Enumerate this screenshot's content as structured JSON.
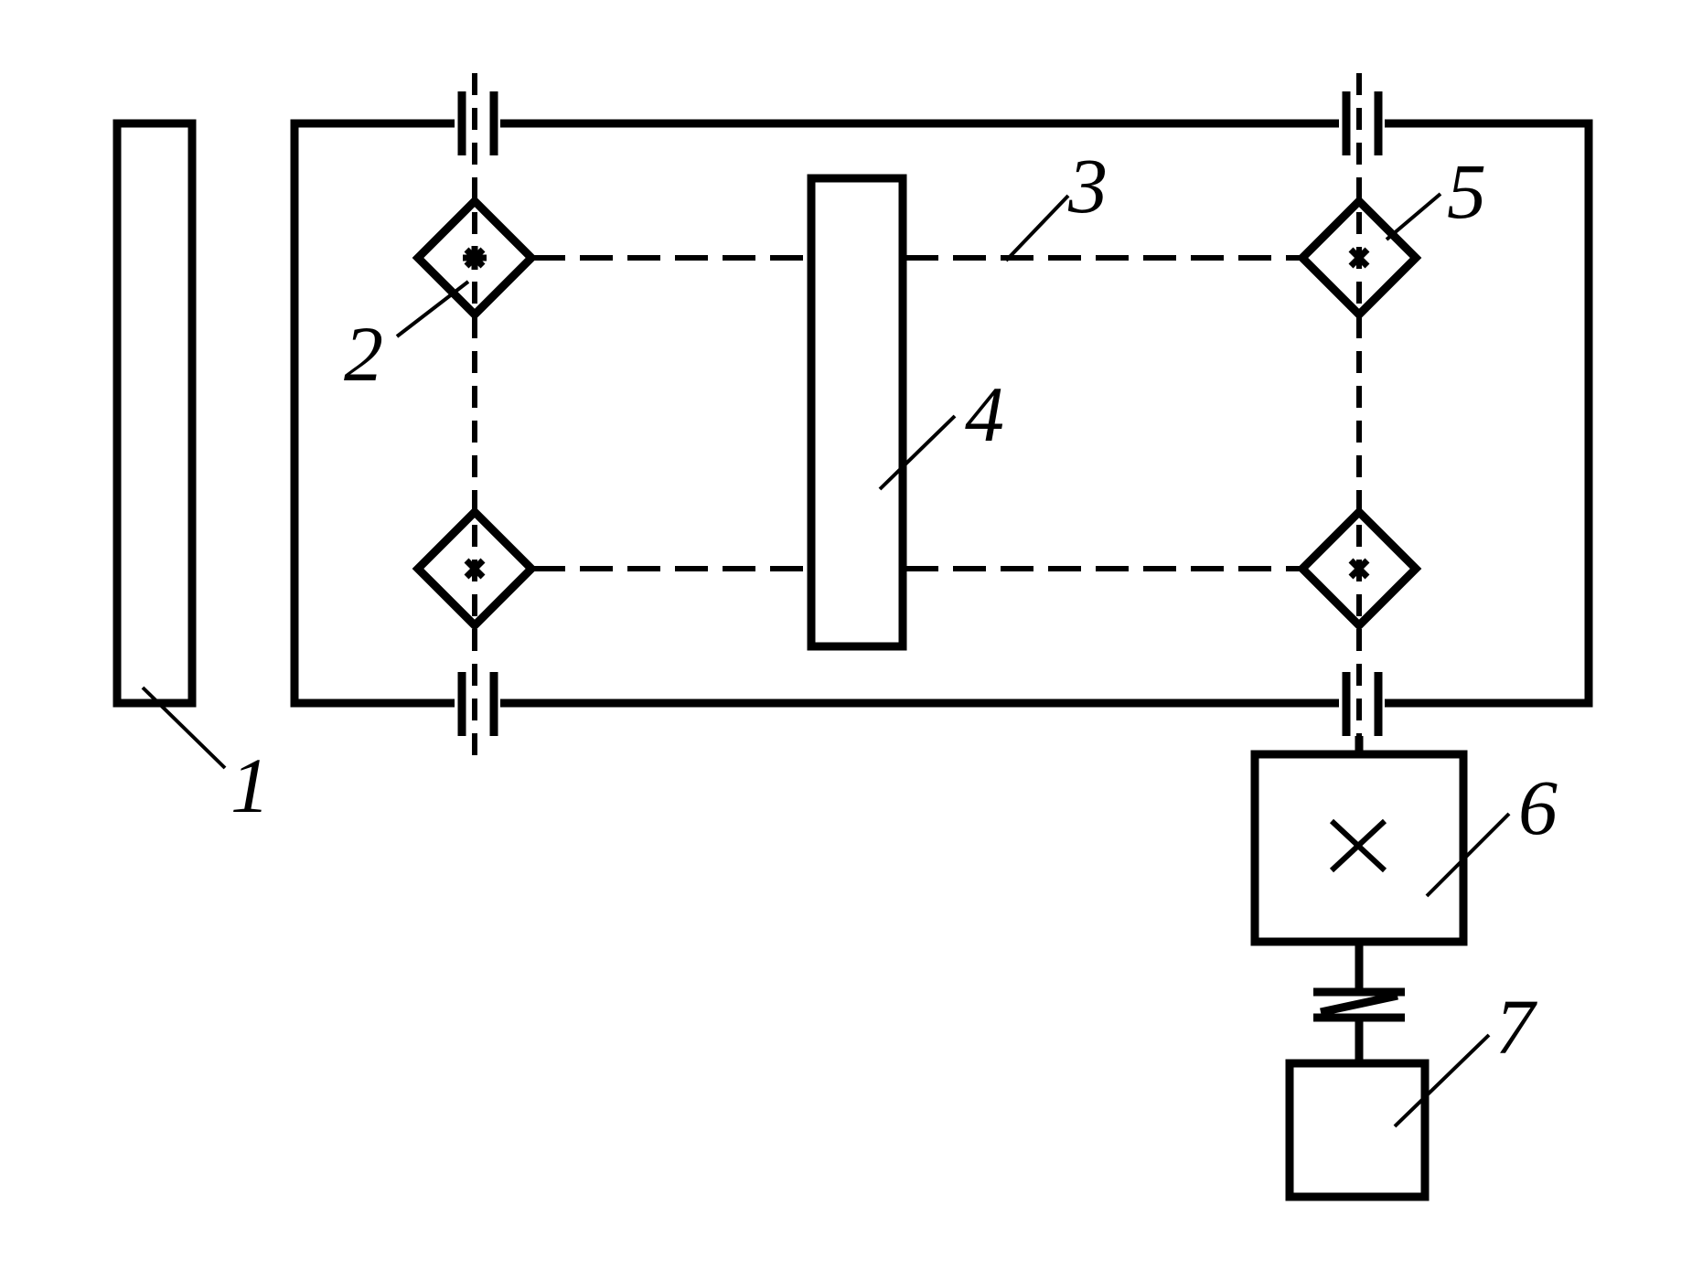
{
  "diagram": {
    "labels": [
      "1",
      "2",
      "3",
      "4",
      "5",
      "6",
      "7"
    ]
  },
  "colors": {
    "line": "#000000",
    "background": "#ffffff"
  }
}
